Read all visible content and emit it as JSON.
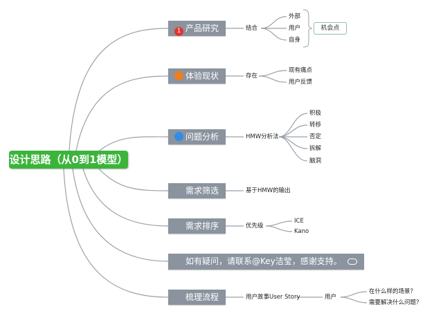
{
  "root": {
    "label": "设计思路（从0到1模型）"
  },
  "topics": [
    {
      "label": "产品研究",
      "marker": {
        "text": "1",
        "color": "#e0352b"
      }
    },
    {
      "label": "体验现状",
      "marker": {
        "text": "",
        "color": "#f07d1e"
      }
    },
    {
      "label": "问题分析",
      "marker": {
        "text": "",
        "color": "#2f8ee4"
      }
    },
    {
      "label": "需求筛选",
      "marker": null
    },
    {
      "label": "需求排序",
      "marker": null
    },
    {
      "label": "如有疑问，请联系@Key洁莹，感谢支持。",
      "marker": null,
      "icon": "link-icon"
    },
    {
      "label": "梳理流程",
      "marker": null
    }
  ],
  "t1": {
    "mid": "结合",
    "leaves": [
      "外部",
      "用户",
      "自身"
    ],
    "callout": "机会点"
  },
  "t2": {
    "mid": "存在",
    "leaves": [
      "现有痛点",
      "用户反馈"
    ]
  },
  "t3": {
    "mid": "HMW分析法",
    "leaves": [
      "积极",
      "转移",
      "否定",
      "拆解",
      "脑洞"
    ]
  },
  "t4": {
    "mid": "基于HMW的输出"
  },
  "t5": {
    "mid": "优先级",
    "leaves": [
      "ICE",
      "Kano"
    ]
  },
  "t7": {
    "mid": "用户故事User Story",
    "sub": "用户",
    "leaves": [
      "在什么样的场景？",
      "需要解决什么问题？"
    ]
  },
  "colors": {
    "root": "#3cb43c",
    "topic": "#8a939e",
    "line": "#9aa1a8",
    "callout_border": "#8ac3a4"
  }
}
